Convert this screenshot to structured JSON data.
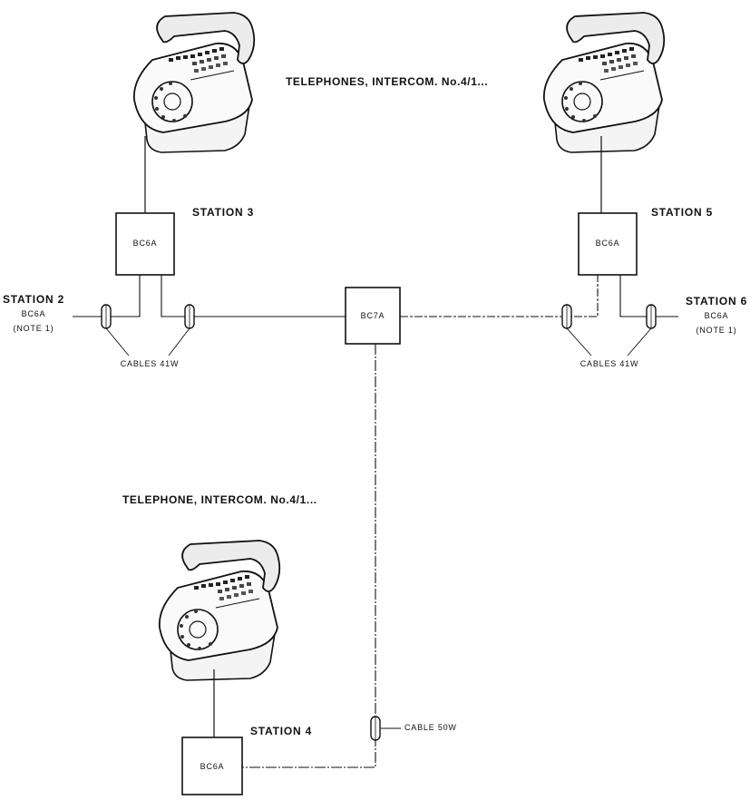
{
  "titles": {
    "top": "TELEPHONES, INTERCOM. No.4/1...",
    "bottom": "TELEPHONE, INTERCOM. No.4/1..."
  },
  "stations": {
    "s2": {
      "label": "STATION 2",
      "unit": "BC6A",
      "note": "(NOTE 1)"
    },
    "s3": {
      "label": "STATION 3",
      "unit": "BC6A"
    },
    "s4": {
      "label": "STATION 4",
      "unit": "BC6A"
    },
    "s5": {
      "label": "STATION 5",
      "unit": "BC6A"
    },
    "s6": {
      "label": "STATION 6",
      "unit": "BC6A",
      "note": "(NOTE 1)"
    }
  },
  "junction": {
    "unit": "BC7A"
  },
  "cables": {
    "left": "CABLES 41W",
    "right": "CABLES 41W",
    "bottom": "CABLE 50W"
  }
}
